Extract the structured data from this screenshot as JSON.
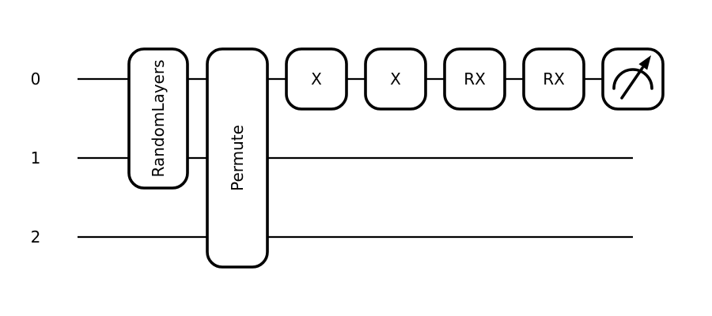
{
  "figure": {
    "type": "quantum-circuit-diagram",
    "background_color": "#ffffff",
    "line_color": "#000000",
    "box_fill_color": "#ffffff"
  },
  "circuit": {
    "wire_labels": [
      "0",
      "1",
      "2"
    ],
    "gates": [
      {
        "label": "RandomLayers",
        "wires": "0-1",
        "text_orientation": "vertical"
      },
      {
        "label": "Permute",
        "wires": "0-2",
        "text_orientation": "vertical"
      },
      {
        "label": "X",
        "wires": "0",
        "text_orientation": "horizontal"
      },
      {
        "label": "X",
        "wires": "0",
        "text_orientation": "horizontal"
      },
      {
        "label": "RX",
        "wires": "0",
        "text_orientation": "horizontal"
      },
      {
        "label": "RX",
        "wires": "0",
        "text_orientation": "horizontal"
      },
      {
        "type": "measurement",
        "icon": "measurement-gauge-icon",
        "wires": "0"
      }
    ]
  }
}
